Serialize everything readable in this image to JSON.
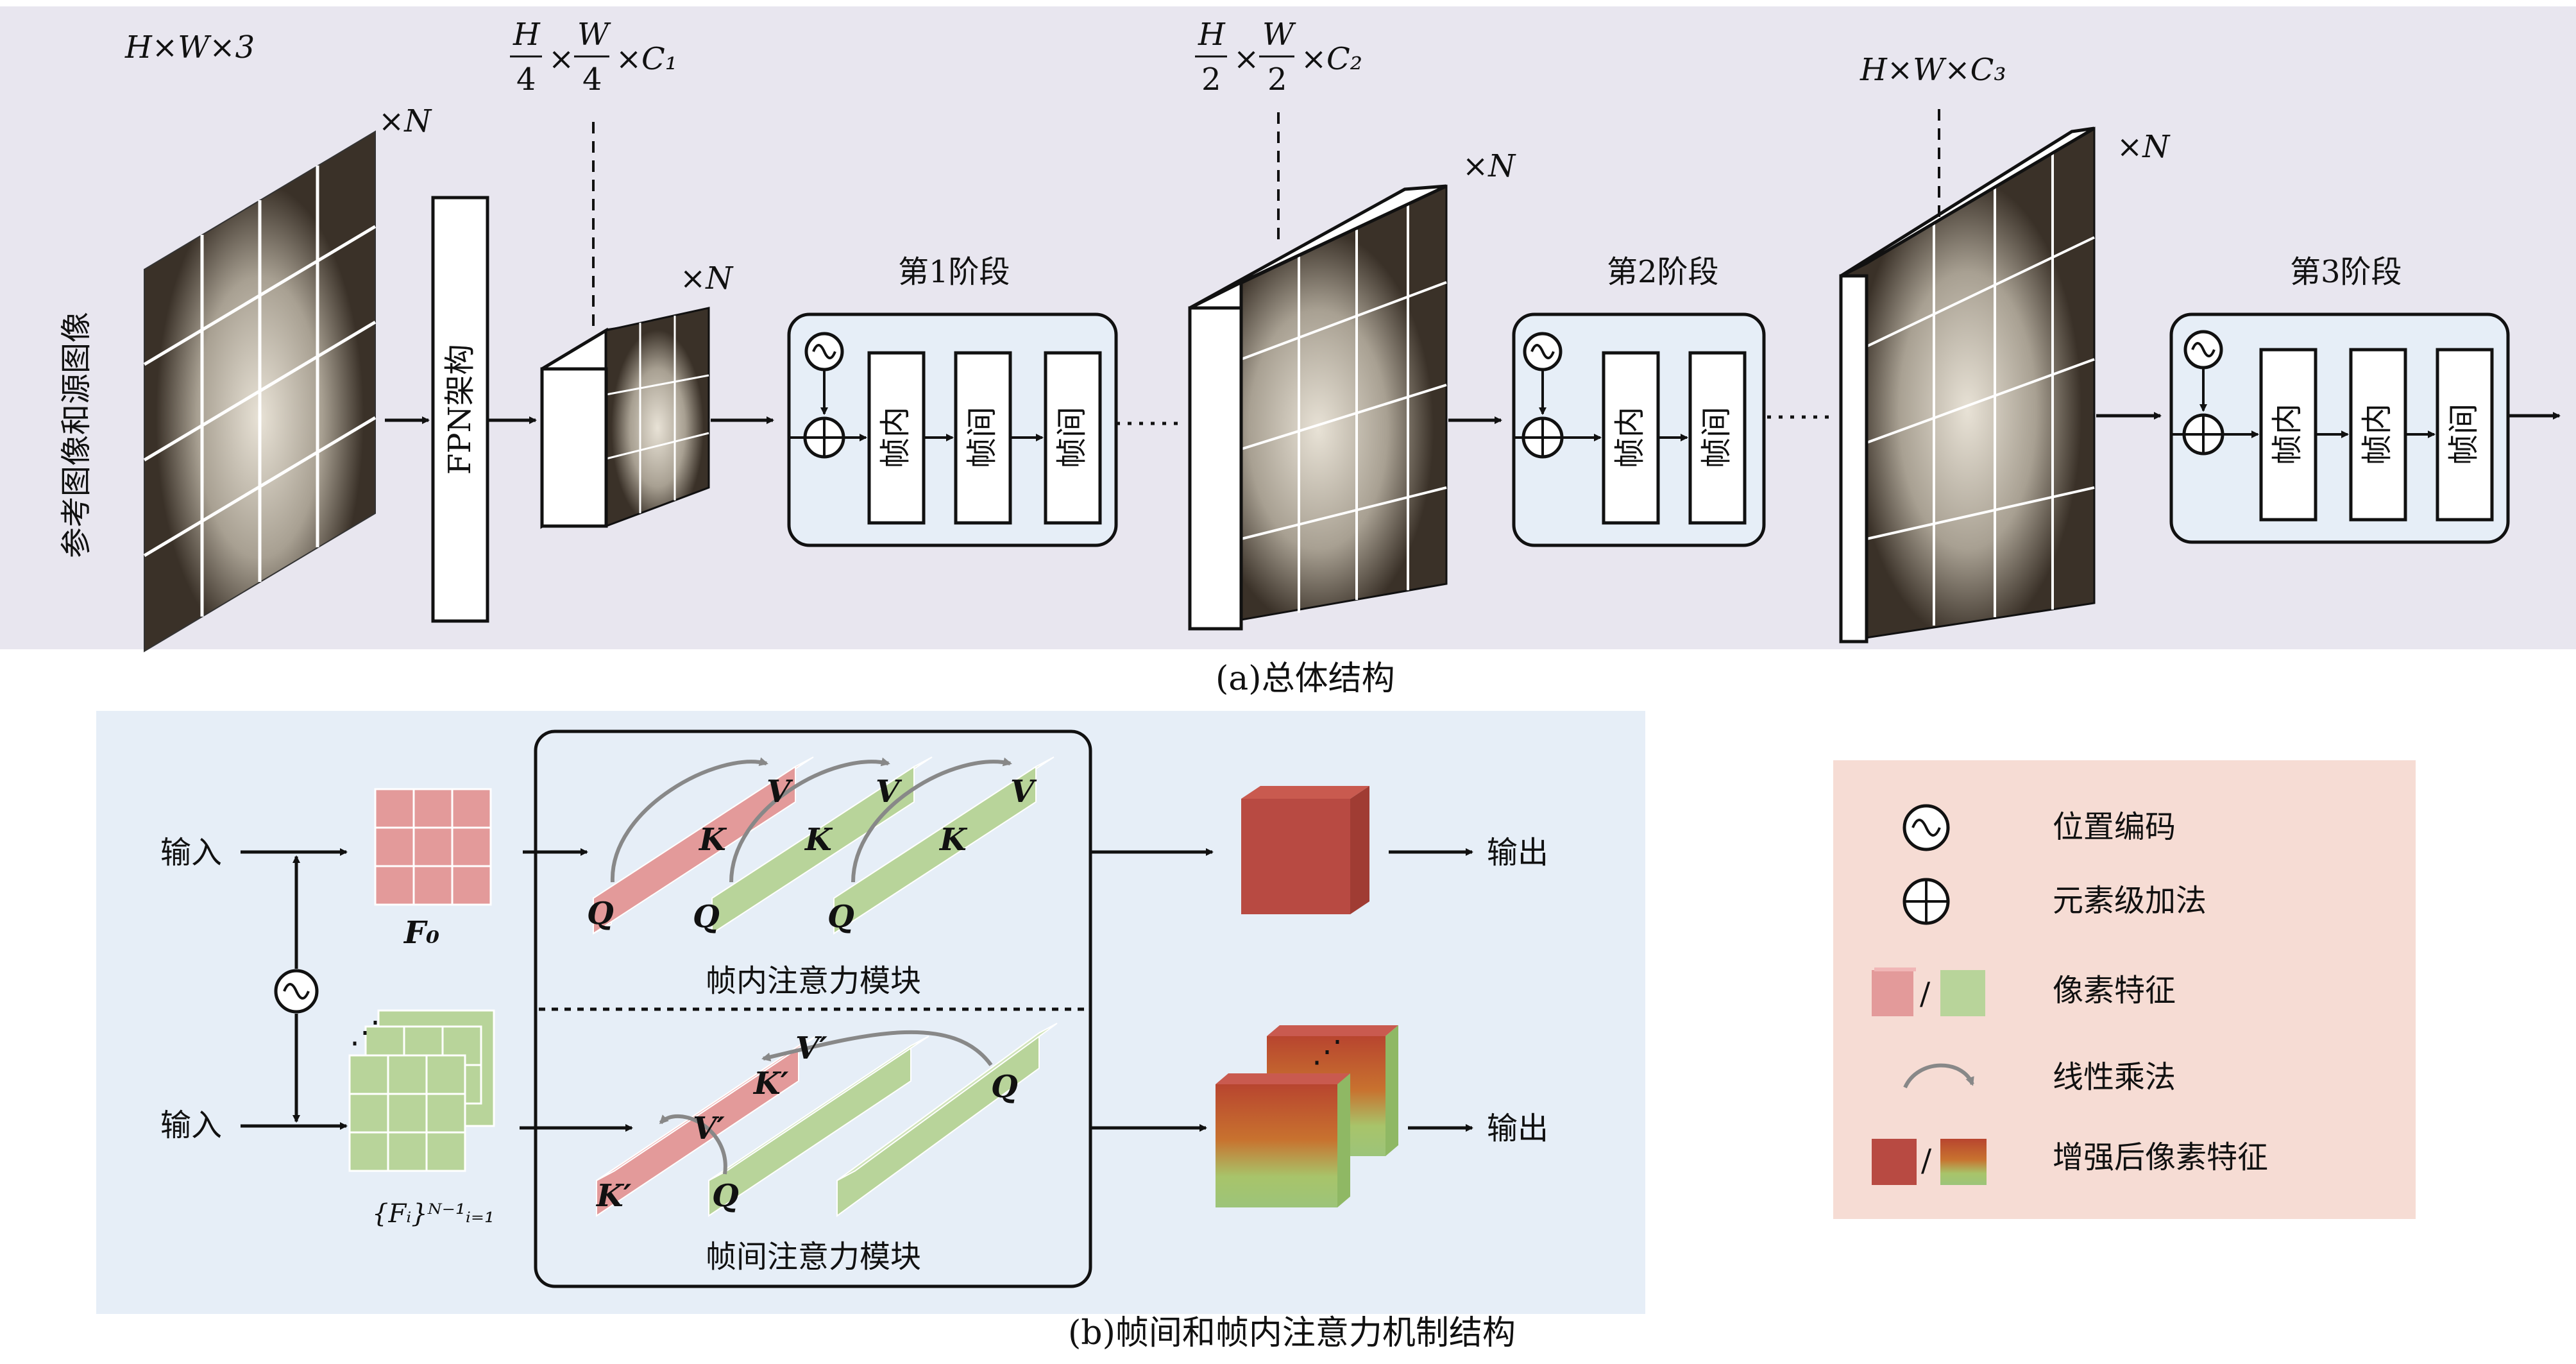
{
  "part_a": {
    "caption": "(a)总体结构",
    "input_label": "参考图像和源图像",
    "input_dims": "H×W×3",
    "fpn_label": "FPN架构",
    "feat1_dims": {
      "num_top": "H",
      "den_top": "4",
      "mid": "W",
      "den_mid": "4",
      "tail": "C₁"
    },
    "feat2_dims": {
      "num_top": "H",
      "den_top": "2",
      "mid": "W",
      "den_mid": "2",
      "tail": "C₂"
    },
    "feat3_dims": "H×W×C₃",
    "times_n": "×N",
    "stages": [
      {
        "title": "第1阶段",
        "blocks": [
          "帧内",
          "帧间",
          "帧间"
        ]
      },
      {
        "title": "第2阶段",
        "blocks": [
          "帧内",
          "帧间"
        ]
      },
      {
        "title": "第3阶段",
        "blocks": [
          "帧内",
          "帧内",
          "帧间"
        ]
      }
    ]
  },
  "part_b": {
    "caption": "(b)帧间和帧内注意力机制结构",
    "input_label": "输入",
    "output_label": "输出",
    "f0_label": "F₀",
    "fi_label": "{Fᵢ}ᴺ⁻¹ᵢ₌₁",
    "intra_title": "帧内注意力模块",
    "inter_title": "帧间注意力模块",
    "q": "Q",
    "k": "K",
    "v": "V",
    "k_prime": "K′",
    "v_prime": "V′",
    "dots": "⋰"
  },
  "legend": {
    "items": [
      {
        "label": "位置编码"
      },
      {
        "label": "元素级加法"
      },
      {
        "label": "像素特征"
      },
      {
        "label": "线性乘法"
      },
      {
        "label": "增强后像素特征"
      }
    ],
    "separator": "/"
  },
  "colors": {
    "panel_a_bg": "#e8e6ef",
    "panel_b_bg": "#e6eef7",
    "legend_bg": "#f6dcd4",
    "pink": "#e39a9a",
    "red": "#b84a42",
    "green": "#b8d49a",
    "stroke": "#111111"
  }
}
